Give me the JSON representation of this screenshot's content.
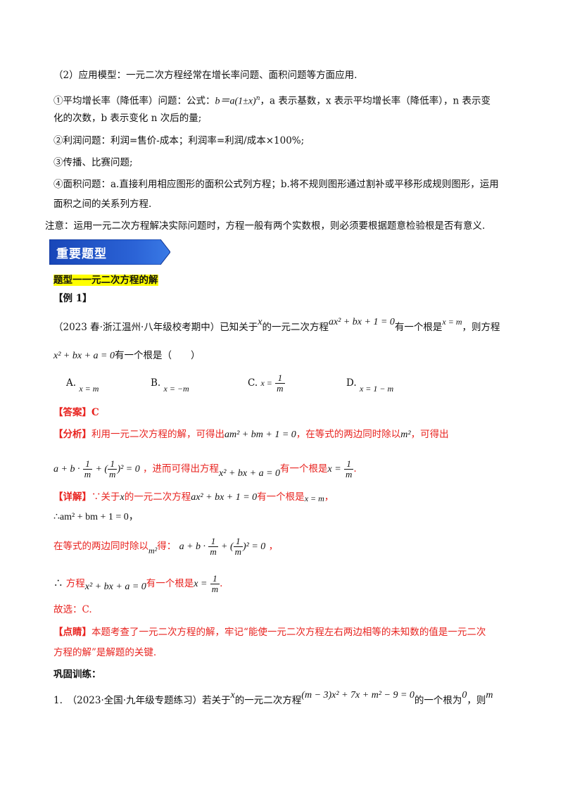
{
  "lines": {
    "l1": "（2）应用模型：一元二次方程经常在增长率问题、面积问题等方面应用.",
    "l2a": "①平均增长率（降低率）问题：公式：",
    "l2f": "b＝a(1±x)",
    "l2sup": "n",
    "l2b": "，a 表示基数，x 表示平均增长率（降低率），n 表示变",
    "l3": "化的次数，b 表示变化 n 次后的量;",
    "l4": "②利润问题：利润=售价-成本；利润率=利润/成本×100%;",
    "l5": "③传播、比赛问题;",
    "l6": "④面积问题：a.直接利用相应图形的面积公式列方程；b.将不规则图形通过割补或平移形成规则图形，运用",
    "l7": "面积之间的关系列方程.",
    "l8": "注意：运用一元二次方程解决实际问题时，方程一般有两个实数根，则必须要根据题意检验根是否有意义."
  },
  "banner": {
    "title": "重要题型",
    "color": "#1a4fc4"
  },
  "section": {
    "title": "题型一一元二次方程的解"
  },
  "example": {
    "label": "【例 1】",
    "q1a": "（2023 春·浙江温州·八年级校考期中）已知关于",
    "q1x": "x",
    "q1b": "的一元二次方程",
    "q1eq": "ax² + bx + 1 = 0",
    "q1c": "有一个根是",
    "q1root": "x = m",
    "q1d": "，则方程",
    "q2eq": "x² + bx + a = 0",
    "q2b": "有一个根是（　　）",
    "options": {
      "A": {
        "label": "A.",
        "value": "x = m"
      },
      "B": {
        "label": "B.",
        "value": "x = −m"
      },
      "C": {
        "label": "C.",
        "value": "x =",
        "num": "1",
        "den": "m"
      },
      "D": {
        "label": "D.",
        "value": "x = 1 − m"
      }
    }
  },
  "answer": {
    "label": "【答案】",
    "value": "C"
  },
  "analysis": {
    "label": "【分析】",
    "a1": "利用一元二次方程的解，可得出",
    "a1eq": "am² + bm + 1 = 0",
    "a1b": "，在等式的两边同时除以",
    "a1m": "m²",
    "a1c": "，可得出",
    "a2pre": "a + b ·",
    "a2mid": "+ (",
    "a2post": ")² = 0",
    "a2b": "，进而可得出方程",
    "a2eq": "x² + bx + a = 0",
    "a2c": "有一个根是",
    "a2root": "x =",
    "one": "1",
    "m": "m",
    "dot": "."
  },
  "detail": {
    "label": "【详解】",
    "d1a": "∵关于",
    "d1x": "x",
    "d1b": "的一元二次方程",
    "d1eq": "ax² + bx + 1 = 0",
    "d1c": "有一个根是",
    "d1root": "x = m",
    "d1d": "，",
    "d2": "∴am² + bm + 1 = 0，",
    "d3a": "在等式的两边同时除以",
    "d3m": "m²",
    "d3b": "得：",
    "d3pre": "a + b ·",
    "d3mid": "+ (",
    "d3post": ")² = 0",
    "d3c": "，",
    "d4a": "∴",
    "d4b": "方程",
    "d4eq": "x² + bx + a = 0",
    "d4c": "有一个根是",
    "d4root": "x =",
    "d4d": "."
  },
  "choice": "故选：C.",
  "comment": {
    "label": "【点睛】",
    "c1": "本题考查了一元二次方程的解，牢记“能使一元二次方程左右两边相等的未知数的值是一元二次",
    "c2": "方程的解”是解题的关键."
  },
  "practice": {
    "title": "巩固训练：",
    "q1a": "1.　（2023·全国·九年级专题练习）若关于",
    "q1x": "x",
    "q1b": "的一元二次方程",
    "q1eq": "(m − 3)x² + 7x + m² − 9 = 0",
    "q1c": "的一个根为",
    "q1zero": "0",
    "q1d": "，则",
    "q1m": "m"
  }
}
